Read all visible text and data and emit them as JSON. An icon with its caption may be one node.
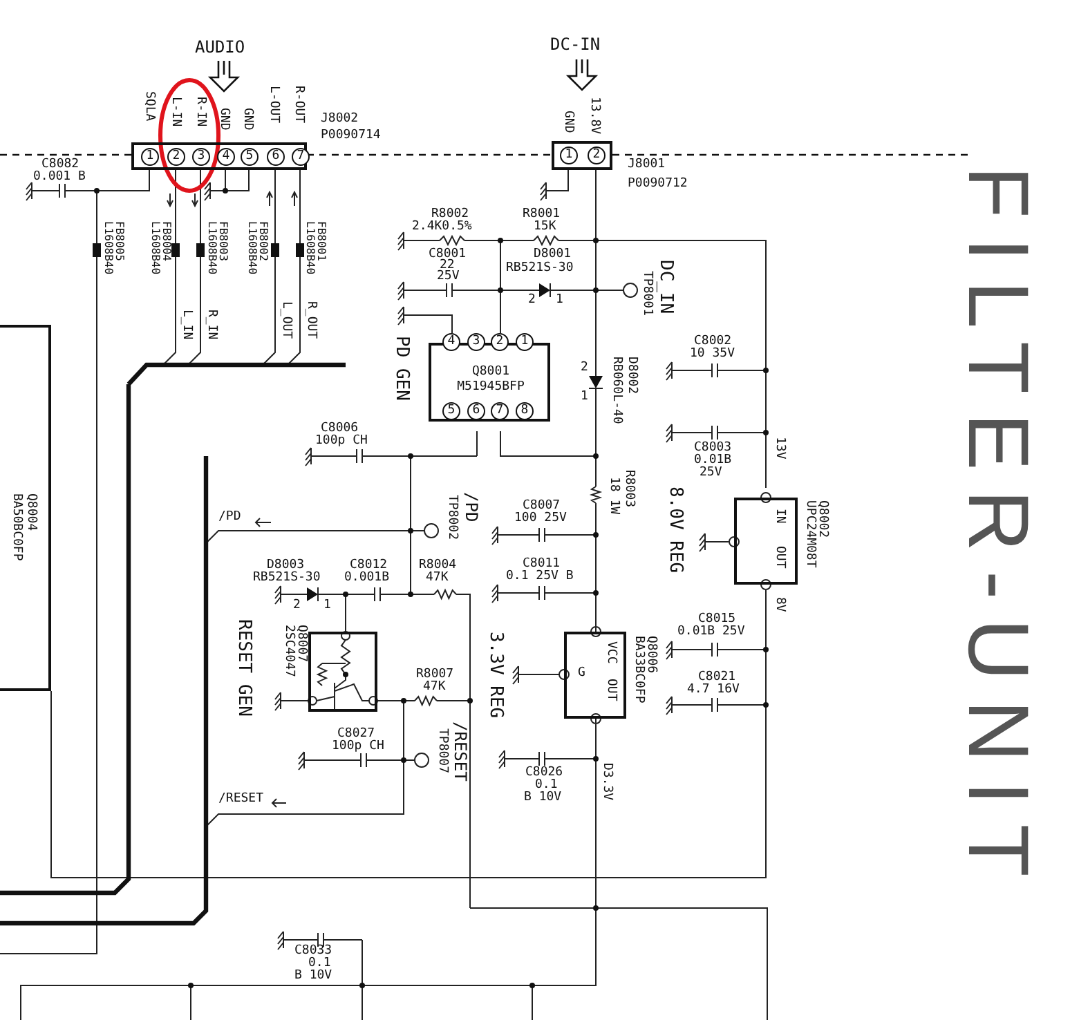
{
  "diagram": {
    "nodes": [
      {
        "text": [
          "1",
          "2",
          "3",
          "4",
          "5",
          "6",
          "7"
        ],
        "beside": [
          "J8002",
          "P0090714"
        ]
      },
      {
        "text": [
          "1",
          "2"
        ],
        "beside": [
          "J8001",
          "P0090712"
        ]
      },
      {
        "text": [
          "4",
          "3",
          "2",
          "1",
          "Q8001 M51945BFP",
          "5",
          "6",
          "7",
          "8"
        ]
      },
      {
        "text": [
          "IN",
          "OUT"
        ],
        "beside": [
          "Q8002 UPC24M08T"
        ]
      },
      {
        "text": [
          "VCC",
          "G",
          "OUT"
        ],
        "beside": [
          "Q8006 BA33BC0FP"
        ]
      },
      {
        "text": [],
        "shape": "box",
        "beside": [
          "Q8007 2SC4047"
        ]
      },
      {
        "text": [
          "Q8004 BA50BC0FP"
        ]
      }
    ],
    "labels": [
      "AUDIO",
      "DC-IN",
      "SQLA",
      "L-IN",
      "R-IN",
      "GND",
      "GND",
      "L-OUT",
      "R-OUT",
      "GND",
      "13.8V",
      "C8082",
      "0.001 B",
      "FB8005 L1608B40",
      "FB8004 L1608B40",
      "FB8003 L1608B40",
      "FB8002 L1608B40",
      "FB8001 L1608B40",
      "L_IN",
      "R_IN",
      "L_OUT",
      "R_OUT",
      "R8002",
      "2.4K0.5%",
      "R8001",
      "15K",
      "C8001",
      "22",
      "25V",
      "D8001",
      "RB521S-30",
      "2",
      "1",
      "TP8001",
      "DC_IN",
      "PD GEN",
      "RB060L-40",
      "D8002",
      "2",
      "1",
      "C8002",
      "10 35V",
      "C8003",
      "0.01B",
      "25V",
      "13V",
      "8.0V REG",
      "C8006",
      "100p CH",
      "TP8002",
      "/PD",
      "18 1W",
      "R8003",
      "C8007",
      "100 25V",
      "C8011",
      "0.1 25V B",
      "/PD",
      "D8003",
      "RB521S-30",
      "2",
      "1",
      "C8012",
      "0.001B",
      "R8004",
      "47K",
      "RESET GEN",
      "R8007",
      "47K",
      "3.3V REG",
      "C8015",
      "0.01B 25V",
      "8V",
      "C8021",
      "4.7 16V",
      "C8027",
      "100p CH",
      "TP8007",
      "/RESET",
      "C8026",
      "0.1",
      "B 10V",
      "D3.3V",
      "/RESET",
      "C8033",
      "0.1",
      "B 10V",
      "FILTER-UNIT"
    ]
  }
}
